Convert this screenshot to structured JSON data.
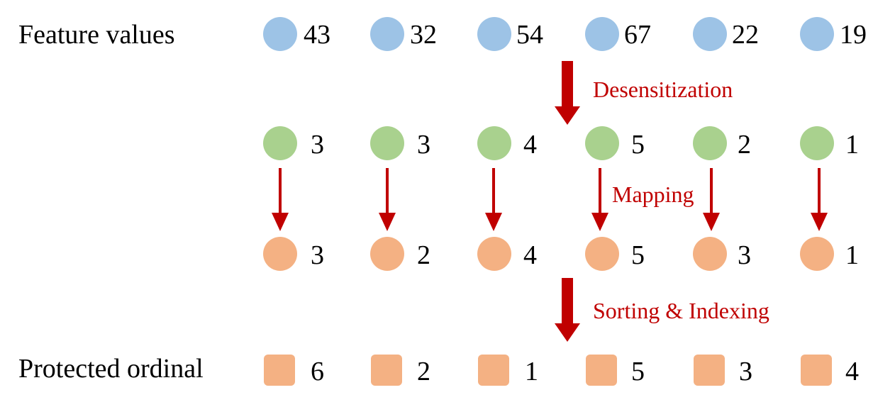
{
  "colors": {
    "blue": "#9DC3E6",
    "green": "#A9D18E",
    "orange": "#F4B183",
    "arrow": "#C00000",
    "step_text": "#C00000"
  },
  "rows": {
    "feature": {
      "label": "Feature values",
      "values": [
        "43",
        "32",
        "54",
        "67",
        "22",
        "19"
      ]
    },
    "desensitized": {
      "label": "",
      "values": [
        "3",
        "3",
        "4",
        "5",
        "2",
        "1"
      ]
    },
    "mapped": {
      "label": "",
      "values": [
        "3",
        "2",
        "4",
        "5",
        "3",
        "1"
      ]
    },
    "protected": {
      "label": "Protected ordinal",
      "values": [
        "6",
        "2",
        "1",
        "5",
        "3",
        "4"
      ]
    }
  },
  "steps": {
    "desensitization": "Desensitization",
    "mapping": "Mapping",
    "sorting": "Sorting & Indexing"
  }
}
